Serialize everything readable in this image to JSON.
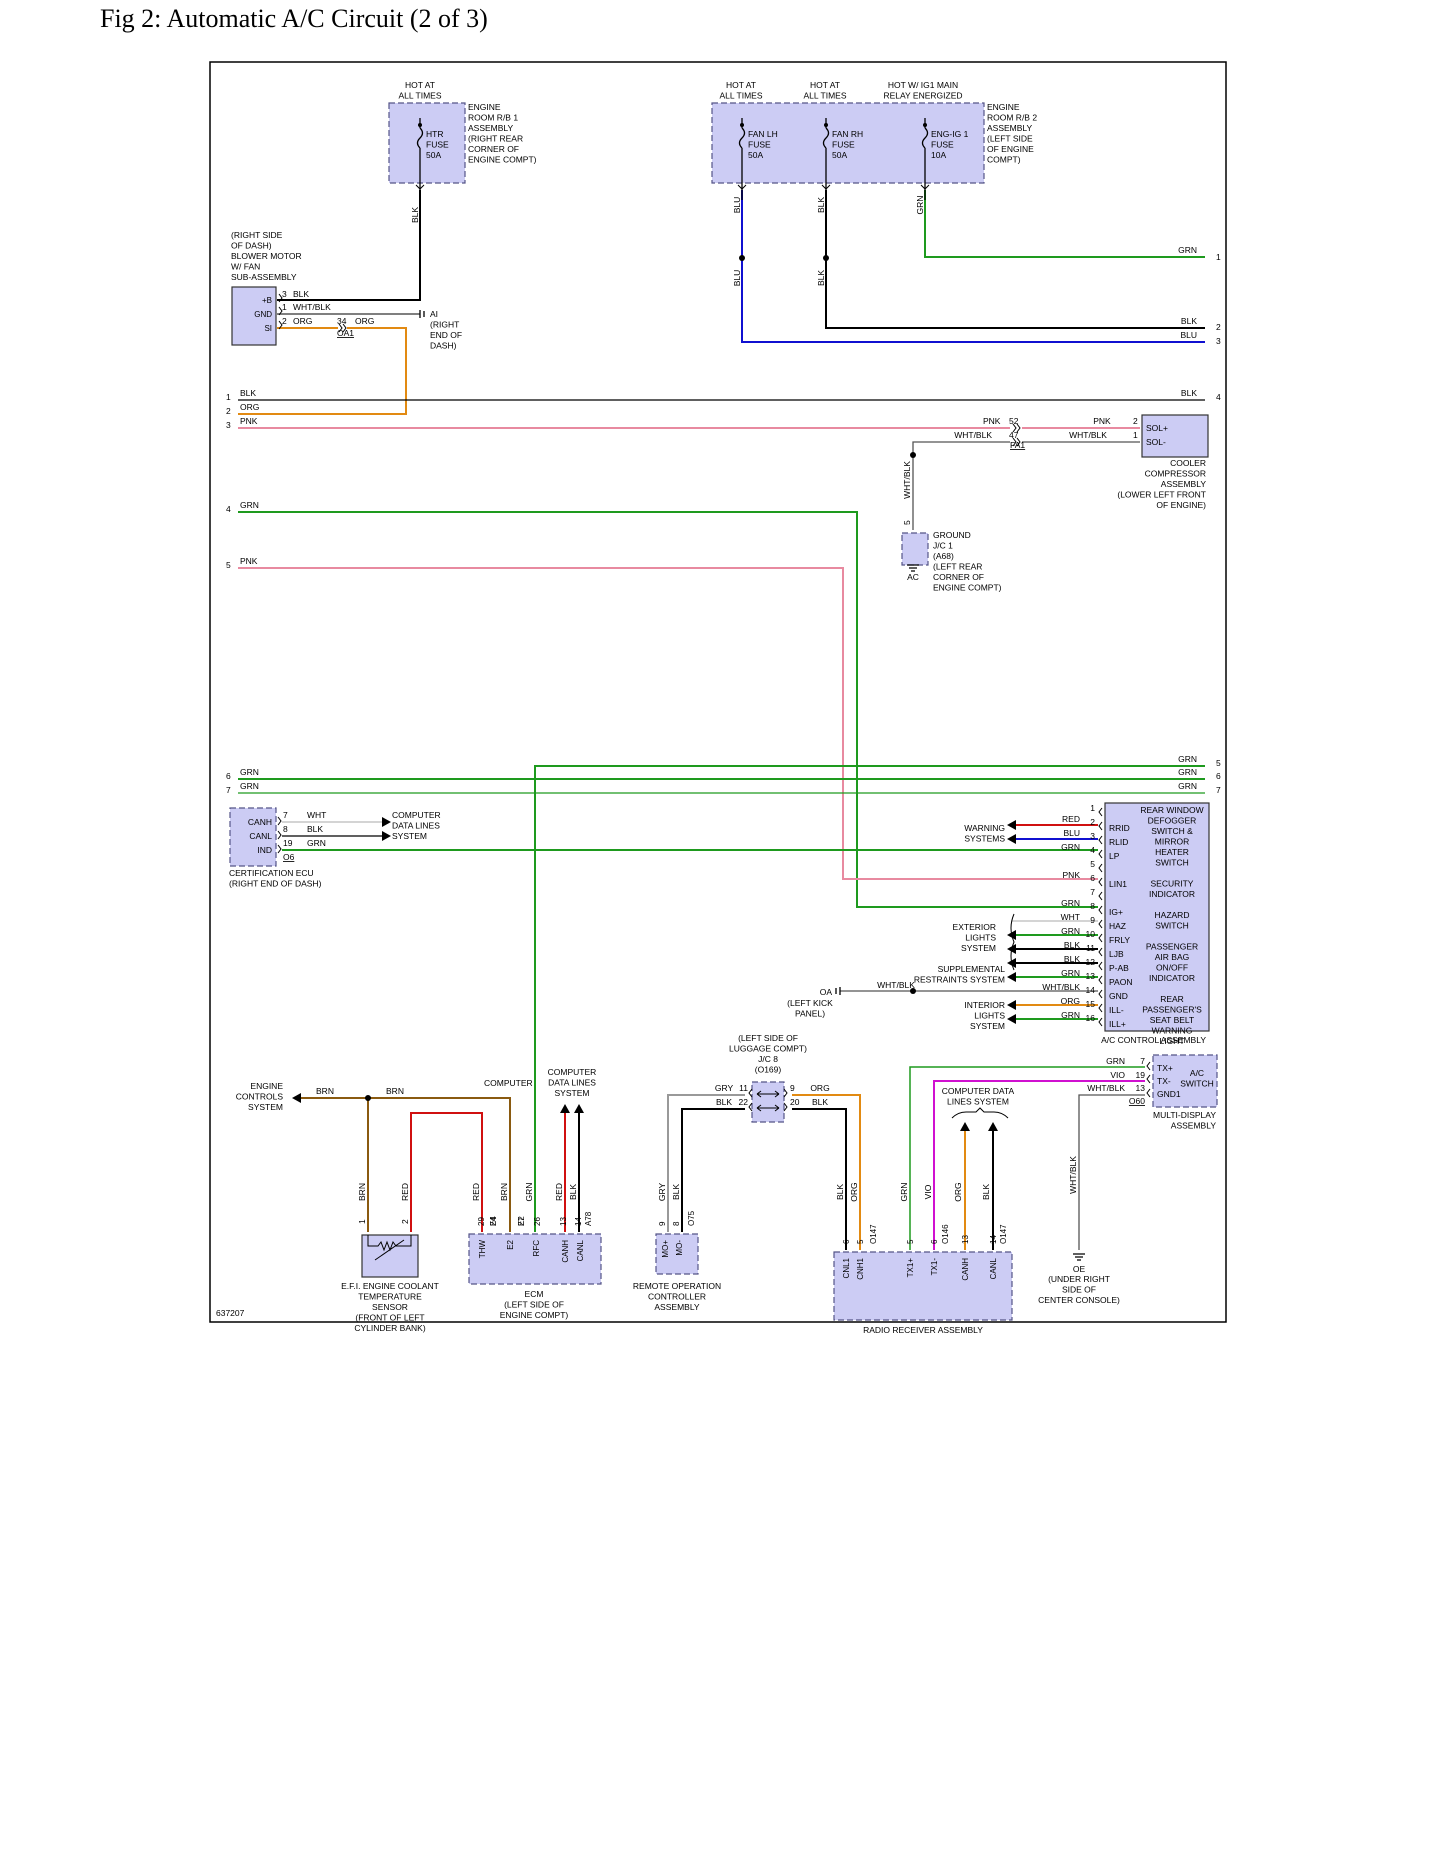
{
  "title": "Fig 2: Automatic A/C Circuit (2 of 3)",
  "figure_id": "637207",
  "colors": {
    "wire_blk": "#000000",
    "wire_grn": "#1e9a1e",
    "wire_blu": "#1010d0",
    "wire_pnk": "#e88aa0",
    "wire_org": "#e28a12",
    "wire_red": "#d01010",
    "wire_brn": "#8a5a10",
    "wire_whtblk": "#555555",
    "wire_gry": "#999999",
    "wire_vio": "#d010d0",
    "wire_wht": "#bbbbbb",
    "component_fill": "#ccccf4",
    "component_stroke": "#555588"
  },
  "power": {
    "hot1": [
      "HOT AT",
      "ALL TIMES"
    ],
    "hot2": [
      "HOT AT",
      "ALL TIMES"
    ],
    "hot3": [
      "HOT AT",
      "ALL TIMES"
    ],
    "hot4": [
      "HOT W/ IG1 MAIN",
      "RELAY ENERGIZED"
    ],
    "rb1": [
      "ENGINE",
      "ROOM R/B 1",
      "ASSEMBLY",
      "(RIGHT REAR",
      "CORNER OF",
      "ENGINE COMPT)"
    ],
    "rb2": [
      "ENGINE",
      "ROOM R/B 2",
      "ASSEMBLY",
      "(LEFT SIDE",
      "OF ENGINE",
      "COMPT)"
    ],
    "fuse_htr": [
      "HTR",
      "FUSE",
      "50A"
    ],
    "fuse_fanlh": [
      "FAN LH",
      "FUSE",
      "50A"
    ],
    "fuse_fanrh": [
      "FAN RH",
      "FUSE",
      "50A"
    ],
    "fuse_engig": [
      "ENG-IG 1",
      "FUSE",
      "10A"
    ]
  },
  "blower": {
    "label": [
      "(RIGHT SIDE",
      "OF DASH)",
      "BLOWER MOTOR",
      "W/ FAN",
      "SUB-ASSEMBLY"
    ],
    "pins": [
      "+B",
      "GND",
      "SI"
    ],
    "pin_nums": [
      "3",
      "1",
      "2"
    ],
    "wires": [
      "BLK",
      "WHT/BLK",
      "ORG"
    ],
    "conn_34": "34",
    "conn_oa1": "OA1",
    "ai": [
      "AI",
      "(RIGHT",
      "END OF",
      "DASH)"
    ]
  },
  "offpage_left": [
    "1",
    "2",
    "3",
    "4",
    "5",
    "6",
    "7"
  ],
  "offpage_right": [
    "1",
    "2",
    "3",
    "4",
    "5",
    "6",
    "7"
  ],
  "wire_labels": {
    "blk": "BLK",
    "blu": "BLU",
    "grn": "GRN",
    "pnk": "PNK",
    "org": "ORG",
    "whtblk": "WHT/BLK",
    "red": "RED",
    "brn": "BRN",
    "gry": "GRY",
    "vio": "VIO",
    "wht": "WHT"
  },
  "compressor": {
    "pins": [
      "SOL+",
      "SOL-"
    ],
    "pin_nums": [
      "2",
      "1"
    ],
    "conn_nums": [
      "52",
      "47"
    ],
    "conn_name": "FA1",
    "label": [
      "COOLER",
      "COMPRESSOR",
      "ASSEMBLY",
      "(LOWER LEFT FRONT",
      "OF ENGINE)"
    ]
  },
  "ground_jc1": {
    "pin": "5",
    "label": [
      "GROUND",
      "J/C 1",
      "(A68)",
      "(LEFT REAR",
      "CORNER OF",
      "ENGINE COMPT)"
    ],
    "ground": "AC"
  },
  "cert_ecu": {
    "pins": [
      "CANH",
      "CANL",
      "IND"
    ],
    "pin_nums": [
      "7",
      "8",
      "19"
    ],
    "conn": "O6",
    "label": [
      "CERTIFICATION ECU",
      "(RIGHT END OF DASH)"
    ],
    "data_lines": [
      "COMPUTER",
      "DATA LINES",
      "SYSTEM"
    ]
  },
  "ac_control": {
    "pins": [
      "RRID",
      "RLID",
      "LP",
      "",
      "LIN1",
      "",
      "IG+",
      "HAZ",
      "FRLY",
      "LJB",
      "P-AB",
      "PAON",
      "GND",
      "ILL-",
      "ILL+"
    ],
    "pin_nums": [
      "1",
      "2",
      "3",
      "4",
      "5",
      "6",
      "7",
      "8",
      "9",
      "10",
      "11",
      "12",
      "13",
      "14",
      "15",
      "16"
    ],
    "functions": [
      "REAR WINDOW",
      "DEFOGGER",
      "SWITCH &",
      "MIRROR",
      "HEATER",
      "SWITCH",
      "",
      "SECURITY",
      "INDICATOR",
      "",
      "HAZARD",
      "SWITCH",
      "",
      "PASSENGER",
      "AIR BAG",
      "ON/OFF",
      "INDICATOR",
      "",
      "REAR",
      "PASSENGER'S",
      "SEAT BELT",
      "WARNING",
      "LIGHT"
    ],
    "label": "A/C CONTROL ASSEMBLY",
    "warning": [
      "WARNING",
      "SYSTEMS"
    ],
    "exterior": [
      "EXTERIOR",
      "LIGHTS",
      "SYSTEM"
    ],
    "supplemental": [
      "SUPPLEMENTAL",
      "RESTRAINTS SYSTEM"
    ],
    "interior": [
      "INTERIOR",
      "LIGHTS",
      "SYSTEM"
    ],
    "oa_ground": "OA",
    "kick_panel": [
      "(LEFT KICK",
      "PANEL)"
    ]
  },
  "jc8": {
    "label": [
      "(LEFT SIDE OF",
      "LUGGAGE COMPT)",
      "J/C 8",
      "(O169)"
    ],
    "pins_left": [
      "11",
      "22"
    ],
    "pins_right": [
      "9",
      "20"
    ]
  },
  "multi_display": {
    "pins": [
      "TX+",
      "TX-",
      "GND1"
    ],
    "pin_nums": [
      "7",
      "19",
      "13"
    ],
    "conn": "O60",
    "func": [
      "A/C",
      "SWITCH"
    ],
    "label": [
      "MULTI-DISPLAY",
      "ASSEMBLY"
    ]
  },
  "engine_controls": [
    "ENGINE",
    "CONTROLS",
    "SYSTEM"
  ],
  "ecm_data_lines": [
    "COMPUTER",
    "DATA LINES",
    "SYSTEM"
  ],
  "radio_data_lines": [
    "COMPUTER DATA",
    "LINES SYSTEM"
  ],
  "coolant_sensor": {
    "pins": [
      "1",
      "2"
    ],
    "label": [
      "E.F.I. ENGINE COOLANT",
      "TEMPERATURE",
      "SENSOR",
      "(FRONT OF LEFT",
      "CYLINDER BANK)"
    ]
  },
  "ecm": {
    "pin_nums": [
      "29",
      "24",
      "27",
      "26",
      "13",
      "14"
    ],
    "conns": [
      "E4",
      "E2",
      "A78"
    ],
    "pins": [
      "THW",
      "E2",
      "RFC",
      "CANH",
      "CANL"
    ],
    "label": [
      "ECM",
      "(LEFT SIDE OF",
      "ENGINE COMPT)"
    ]
  },
  "remote": {
    "pin_nums": [
      "9",
      "8"
    ],
    "conn": "O75",
    "pins": [
      "MO+",
      "MO-"
    ],
    "label": [
      "REMOTE OPERATION",
      "CONTROLLER",
      "ASSEMBLY"
    ]
  },
  "radio": {
    "pin_nums": [
      "6",
      "5",
      "5",
      "6",
      "13",
      "14"
    ],
    "conns": [
      "O147",
      "O146",
      "O147"
    ],
    "pins": [
      "CNL1",
      "CNH1",
      "TX1+",
      "TX1-",
      "CANH",
      "CANL"
    ],
    "label": "RADIO RECEIVER ASSEMBLY"
  },
  "oe_ground": {
    "name": "OE",
    "label": [
      "(UNDER RIGHT",
      "SIDE OF",
      "CENTER CONSOLE)"
    ]
  }
}
